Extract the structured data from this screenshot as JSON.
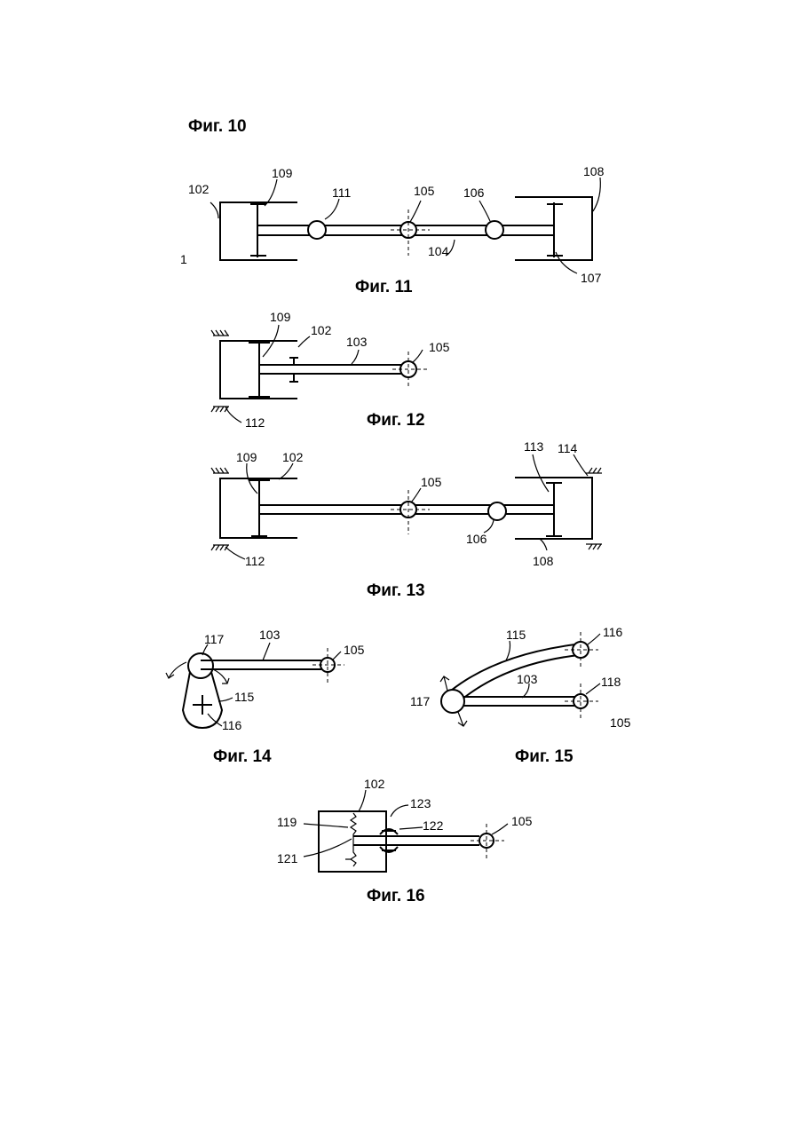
{
  "captions": {
    "fig10": "Фиг. 10",
    "fig11": "Фиг. 11",
    "fig12": "Фиг. 12",
    "fig13": "Фиг. 13",
    "fig14": "Фиг. 14",
    "fig15": "Фиг. 15",
    "fig16": "Фиг. 16"
  },
  "fig11": {
    "labels": [
      "102",
      "109",
      "111",
      "105",
      "106",
      "108",
      "104",
      "107",
      "1"
    ]
  },
  "fig12": {
    "labels": [
      "109",
      "102",
      "103",
      "105",
      "112"
    ]
  },
  "fig13": {
    "labels": [
      "109",
      "102",
      "105",
      "113",
      "114",
      "106",
      "112",
      "108"
    ]
  },
  "fig14": {
    "labels": [
      "117",
      "103",
      "105",
      "115",
      "116"
    ]
  },
  "fig15": {
    "labels": [
      "115",
      "116",
      "103",
      "118",
      "117",
      "105"
    ]
  },
  "fig16": {
    "labels": [
      "102",
      "123",
      "119",
      "122",
      "105",
      "121"
    ]
  }
}
